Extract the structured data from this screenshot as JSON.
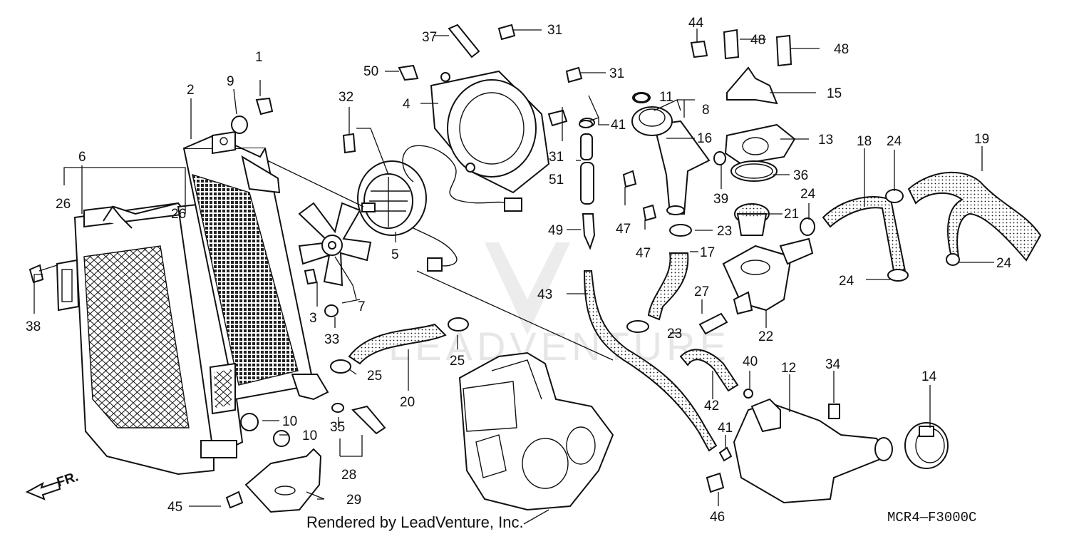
{
  "diagram": {
    "reference_code": "MCR4—F3000C",
    "watermark": "LEADVENTURE",
    "footer": "Rendered by LeadVenture, Inc.",
    "direction_label": "FR.",
    "callouts": [
      {
        "id": "c1",
        "label": "1"
      },
      {
        "id": "c2",
        "label": "2"
      },
      {
        "id": "c3",
        "label": "3"
      },
      {
        "id": "c4",
        "label": "4"
      },
      {
        "id": "c5",
        "label": "5"
      },
      {
        "id": "c6",
        "label": "6"
      },
      {
        "id": "c7",
        "label": "7"
      },
      {
        "id": "c8",
        "label": "8"
      },
      {
        "id": "c9",
        "label": "9"
      },
      {
        "id": "c10a",
        "label": "10"
      },
      {
        "id": "c10b",
        "label": "10"
      },
      {
        "id": "c11",
        "label": "11"
      },
      {
        "id": "c12",
        "label": "12"
      },
      {
        "id": "c13",
        "label": "13"
      },
      {
        "id": "c14",
        "label": "14"
      },
      {
        "id": "c15",
        "label": "15"
      },
      {
        "id": "c16",
        "label": "16"
      },
      {
        "id": "c17",
        "label": "17"
      },
      {
        "id": "c18",
        "label": "18"
      },
      {
        "id": "c19",
        "label": "19"
      },
      {
        "id": "c20",
        "label": "20"
      },
      {
        "id": "c21",
        "label": "21"
      },
      {
        "id": "c22",
        "label": "22"
      },
      {
        "id": "c23a",
        "label": "23"
      },
      {
        "id": "c23b",
        "label": "23"
      },
      {
        "id": "c24a",
        "label": "24"
      },
      {
        "id": "c24b",
        "label": "24"
      },
      {
        "id": "c24c",
        "label": "24"
      },
      {
        "id": "c24d",
        "label": "24"
      },
      {
        "id": "c25a",
        "label": "25"
      },
      {
        "id": "c25b",
        "label": "25"
      },
      {
        "id": "c26a",
        "label": "26"
      },
      {
        "id": "c26b",
        "label": "26"
      },
      {
        "id": "c27",
        "label": "27"
      },
      {
        "id": "c28",
        "label": "28"
      },
      {
        "id": "c29",
        "label": "29"
      },
      {
        "id": "c31a",
        "label": "31"
      },
      {
        "id": "c31b",
        "label": "31"
      },
      {
        "id": "c31c",
        "label": "31"
      },
      {
        "id": "c32",
        "label": "32"
      },
      {
        "id": "c33",
        "label": "33"
      },
      {
        "id": "c34",
        "label": "34"
      },
      {
        "id": "c35",
        "label": "35"
      },
      {
        "id": "c36",
        "label": "36"
      },
      {
        "id": "c37",
        "label": "37"
      },
      {
        "id": "c38",
        "label": "38"
      },
      {
        "id": "c39",
        "label": "39"
      },
      {
        "id": "c40",
        "label": "40"
      },
      {
        "id": "c41a",
        "label": "41"
      },
      {
        "id": "c41b",
        "label": "41"
      },
      {
        "id": "c42",
        "label": "42"
      },
      {
        "id": "c43",
        "label": "43"
      },
      {
        "id": "c44",
        "label": "44"
      },
      {
        "id": "c45",
        "label": "45"
      },
      {
        "id": "c46",
        "label": "46"
      },
      {
        "id": "c47a",
        "label": "47"
      },
      {
        "id": "c47b",
        "label": "47"
      },
      {
        "id": "c48a",
        "label": "48"
      },
      {
        "id": "c48b",
        "label": "48"
      },
      {
        "id": "c49",
        "label": "49"
      },
      {
        "id": "c50",
        "label": "50"
      },
      {
        "id": "c51",
        "label": "51"
      }
    ]
  }
}
